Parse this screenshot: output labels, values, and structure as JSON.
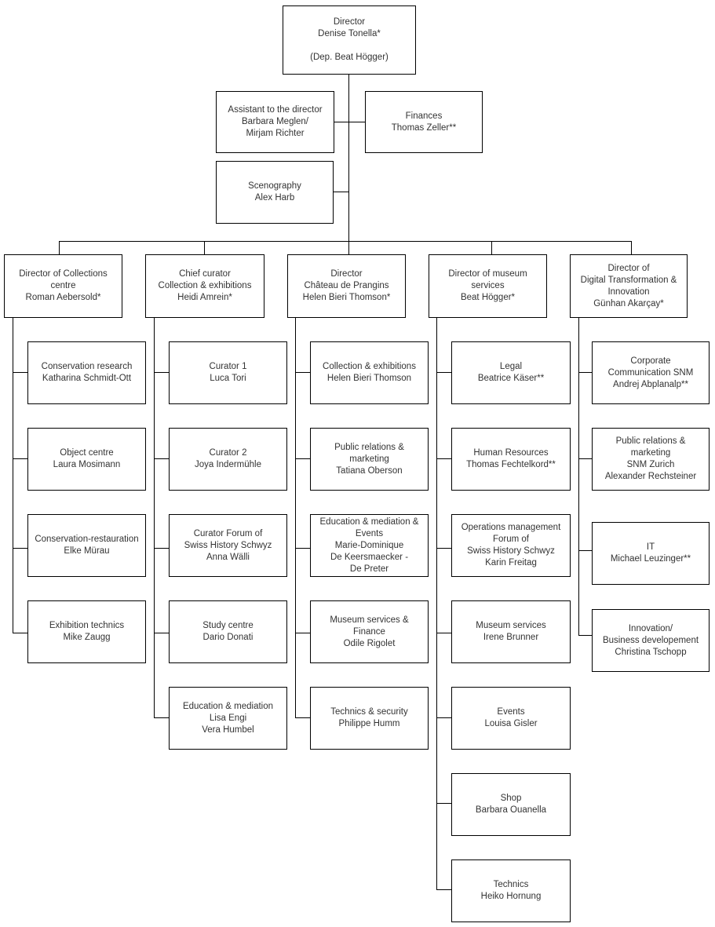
{
  "palette": {
    "border": "#000000",
    "line": "#000000",
    "text": "#333333",
    "background": "#ffffff"
  },
  "diagram": {
    "root": {
      "lines": [
        "Director",
        "Denise Tonella*",
        "",
        "(Dep. Beat Högger)"
      ]
    },
    "staff": {
      "assistant": {
        "lines": [
          "Assistant to the director",
          "Barbara Meglen/",
          "Mirjam Richter"
        ]
      },
      "finances": {
        "lines": [
          "Finances",
          "Thomas Zeller**"
        ]
      },
      "scenography": {
        "lines": [
          "Scenography",
          "Alex Harb"
        ]
      }
    },
    "columns": [
      {
        "head": {
          "lines": [
            "Director of Collections",
            "centre",
            "Roman Aebersold*"
          ]
        },
        "children": [
          {
            "lines": [
              "Conservation research",
              "Katharina Schmidt-Ott"
            ]
          },
          {
            "lines": [
              "Object centre",
              "Laura Mosimann"
            ]
          },
          {
            "lines": [
              "Conservation-restauration",
              "Elke Mürau"
            ]
          },
          {
            "lines": [
              "Exhibition technics",
              "Mike Zaugg"
            ]
          }
        ]
      },
      {
        "head": {
          "lines": [
            "Chief curator",
            "Collection & exhibitions",
            "Heidi Amrein*"
          ]
        },
        "children": [
          {
            "lines": [
              "Curator 1",
              "Luca Tori"
            ]
          },
          {
            "lines": [
              "Curator 2",
              "Joya Indermühle"
            ]
          },
          {
            "lines": [
              "Curator Forum of",
              "Swiss History Schwyz",
              "Anna Wälli"
            ]
          },
          {
            "lines": [
              "Study centre",
              "Dario Donati"
            ]
          },
          {
            "lines": [
              "Education & mediation",
              "Lisa Engi",
              "Vera Humbel"
            ]
          }
        ]
      },
      {
        "head": {
          "lines": [
            "Director",
            "Château de Prangins",
            "Helen Bieri Thomson*"
          ]
        },
        "children": [
          {
            "lines": [
              "Collection & exhibitions",
              "Helen Bieri Thomson"
            ]
          },
          {
            "lines": [
              "Public relations &",
              "marketing",
              "Tatiana Oberson"
            ]
          },
          {
            "lines": [
              "Education & mediation &",
              "Events",
              "Marie-Dominique",
              "De Keersmaecker -",
              "De Preter"
            ]
          },
          {
            "lines": [
              "Museum services &",
              "Finance",
              "Odile Rigolet"
            ]
          },
          {
            "lines": [
              "Technics & security",
              "Philippe Humm"
            ]
          }
        ]
      },
      {
        "head": {
          "lines": [
            "Director of museum",
            "services",
            "Beat Högger*"
          ]
        },
        "children": [
          {
            "lines": [
              "Legal",
              "Beatrice Käser**"
            ]
          },
          {
            "lines": [
              "Human Resources",
              "Thomas Fechtelkord**"
            ]
          },
          {
            "lines": [
              "Operations management",
              "Forum of",
              "Swiss History Schwyz",
              "Karin Freitag"
            ]
          },
          {
            "lines": [
              "Museum services",
              "Irene Brunner"
            ]
          },
          {
            "lines": [
              "Events",
              "Louisa Gisler"
            ]
          },
          {
            "lines": [
              "Shop",
              "Barbara Ouanella"
            ]
          },
          {
            "lines": [
              "Technics",
              "Heiko Hornung"
            ]
          }
        ]
      },
      {
        "head": {
          "lines": [
            "Director of",
            "Digital Transformation &",
            "Innovation",
            "Günhan Akarçay*"
          ]
        },
        "children": [
          {
            "lines": [
              "Corporate",
              "Communication SNM",
              "Andrej Abplanalp**"
            ]
          },
          {
            "lines": [
              "Public relations &",
              "marketing",
              "SNM Zurich",
              "Alexander Rechsteiner"
            ]
          },
          {
            "lines": [
              "IT",
              "Michael Leuzinger**"
            ]
          },
          {
            "lines": [
              "Innovation/",
              "Business developement",
              "Christina Tschopp"
            ]
          }
        ]
      }
    ]
  }
}
